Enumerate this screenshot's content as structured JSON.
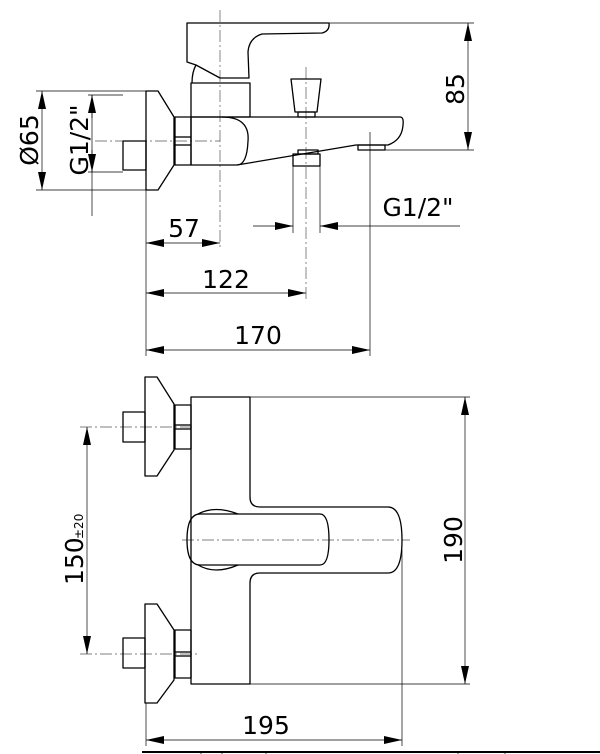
{
  "side_view": {
    "dim_height": "85",
    "dim_diameter": "Ø65",
    "dim_inlet_thread": "G1/2\"",
    "dim_axis_handle": "57",
    "dim_axis_diverter": "122",
    "dim_spout_reach": "170",
    "dim_outlet_thread": "G1/2\""
  },
  "top_view": {
    "dim_inlet_spacing": "150",
    "dim_inlet_tolerance": "±20",
    "dim_depth": "190",
    "dim_width": "195"
  }
}
